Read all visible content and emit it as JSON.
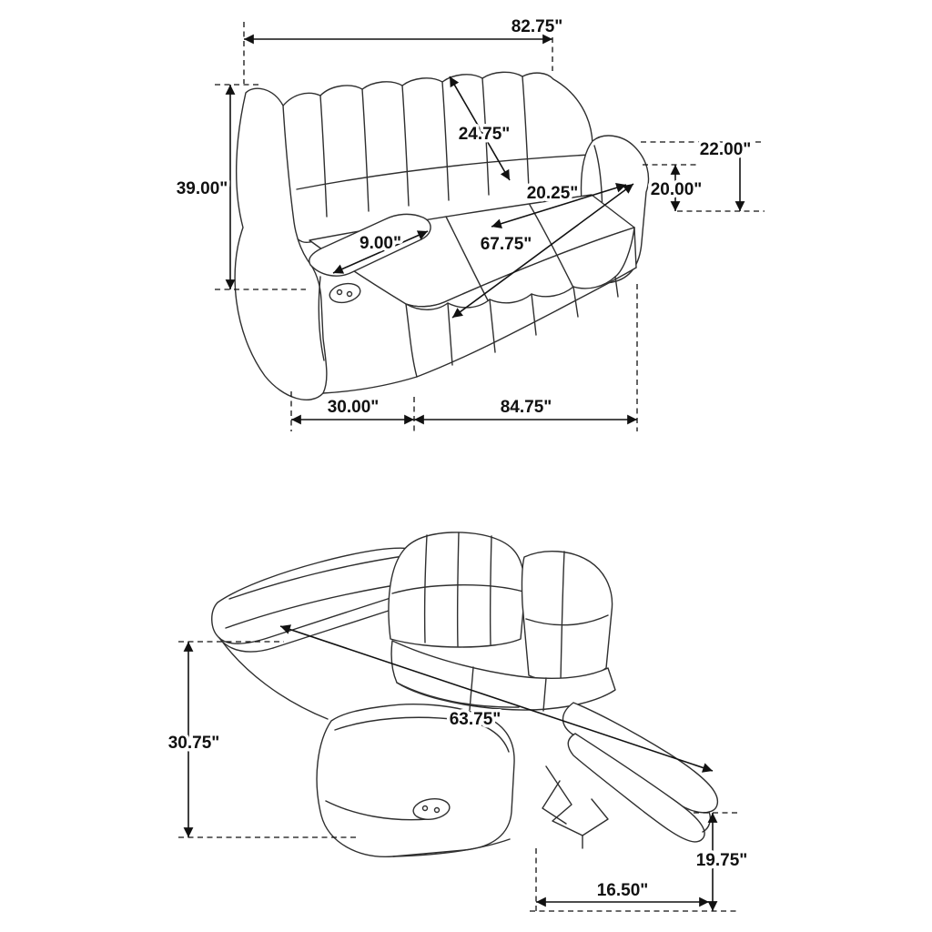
{
  "upright": {
    "back_width": "82.75\"",
    "backrest_diagonal": "24.75\"",
    "back_height": "39.00\"",
    "arm_height": "22.00\"",
    "seat_height": "20.00\"",
    "seat_depth": "20.25\"",
    "arm_width": "9.00\"",
    "seat_width": "67.75\"",
    "sofa_depth": "30.00\"",
    "sofa_width": "84.75\""
  },
  "reclined": {
    "reclined_height": "30.75\"",
    "reclined_length": "63.75\"",
    "footrest_height": "19.75\"",
    "footrest_depth": "16.50\""
  },
  "style": {
    "line_color": "#111111",
    "background": "#ffffff"
  }
}
